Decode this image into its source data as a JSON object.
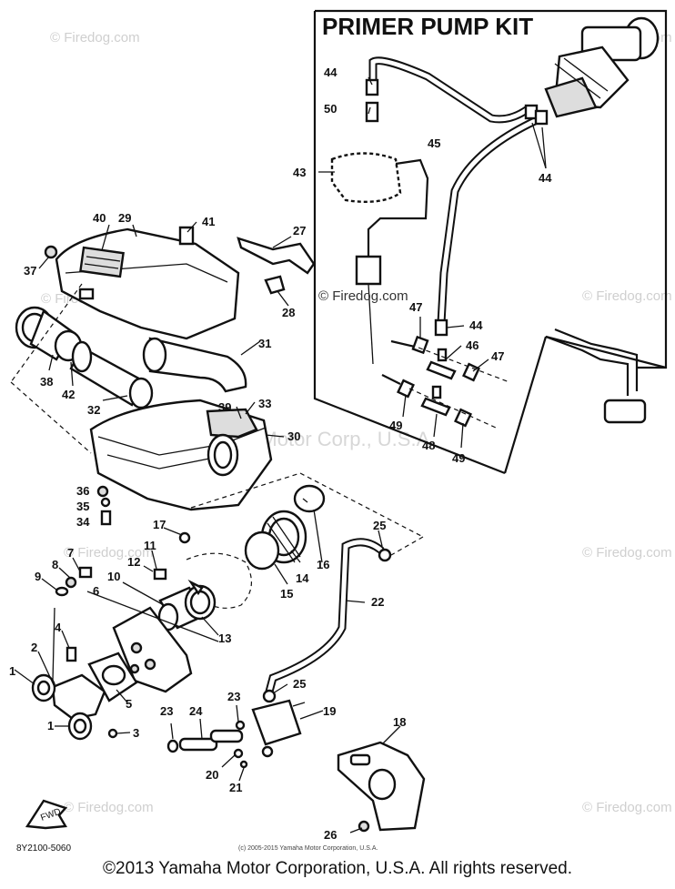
{
  "kit_title": "PRIMER PUMP KIT",
  "watermarks": [
    "© Firedog.com",
    "© Firedog.com",
    "© Firedog.com",
    "© Firedog.com",
    "© Firedog.com",
    "© Firedog.com",
    "© Firedog.com",
    "© Firedog.com"
  ],
  "center_watermark": "© Firedog.com",
  "big_watermark": "Yamaha Motor Corp., U.S.A.",
  "callouts": [
    "1",
    "1",
    "2",
    "3",
    "4",
    "5",
    "6",
    "7",
    "8",
    "9",
    "10",
    "11",
    "12",
    "13",
    "14",
    "15",
    "16",
    "17",
    "18",
    "19",
    "20",
    "21",
    "22",
    "23",
    "23",
    "24",
    "25",
    "25",
    "26",
    "27",
    "28",
    "29",
    "30",
    "31",
    "32",
    "33",
    "34",
    "35",
    "36",
    "37",
    "38",
    "39",
    "40",
    "41",
    "42",
    "43",
    "44",
    "44",
    "44",
    "45",
    "46",
    "47",
    "47",
    "48",
    "49",
    "49",
    "50"
  ],
  "diagram_code": "8Y2100-5060",
  "fwd_label": "FWD",
  "small_notice": "(c) 2005-2015 Yamaha Motor Corporation, U.S.A.",
  "copyright": "©2013 Yamaha Motor Corporation, U.S.A. All rights reserved."
}
